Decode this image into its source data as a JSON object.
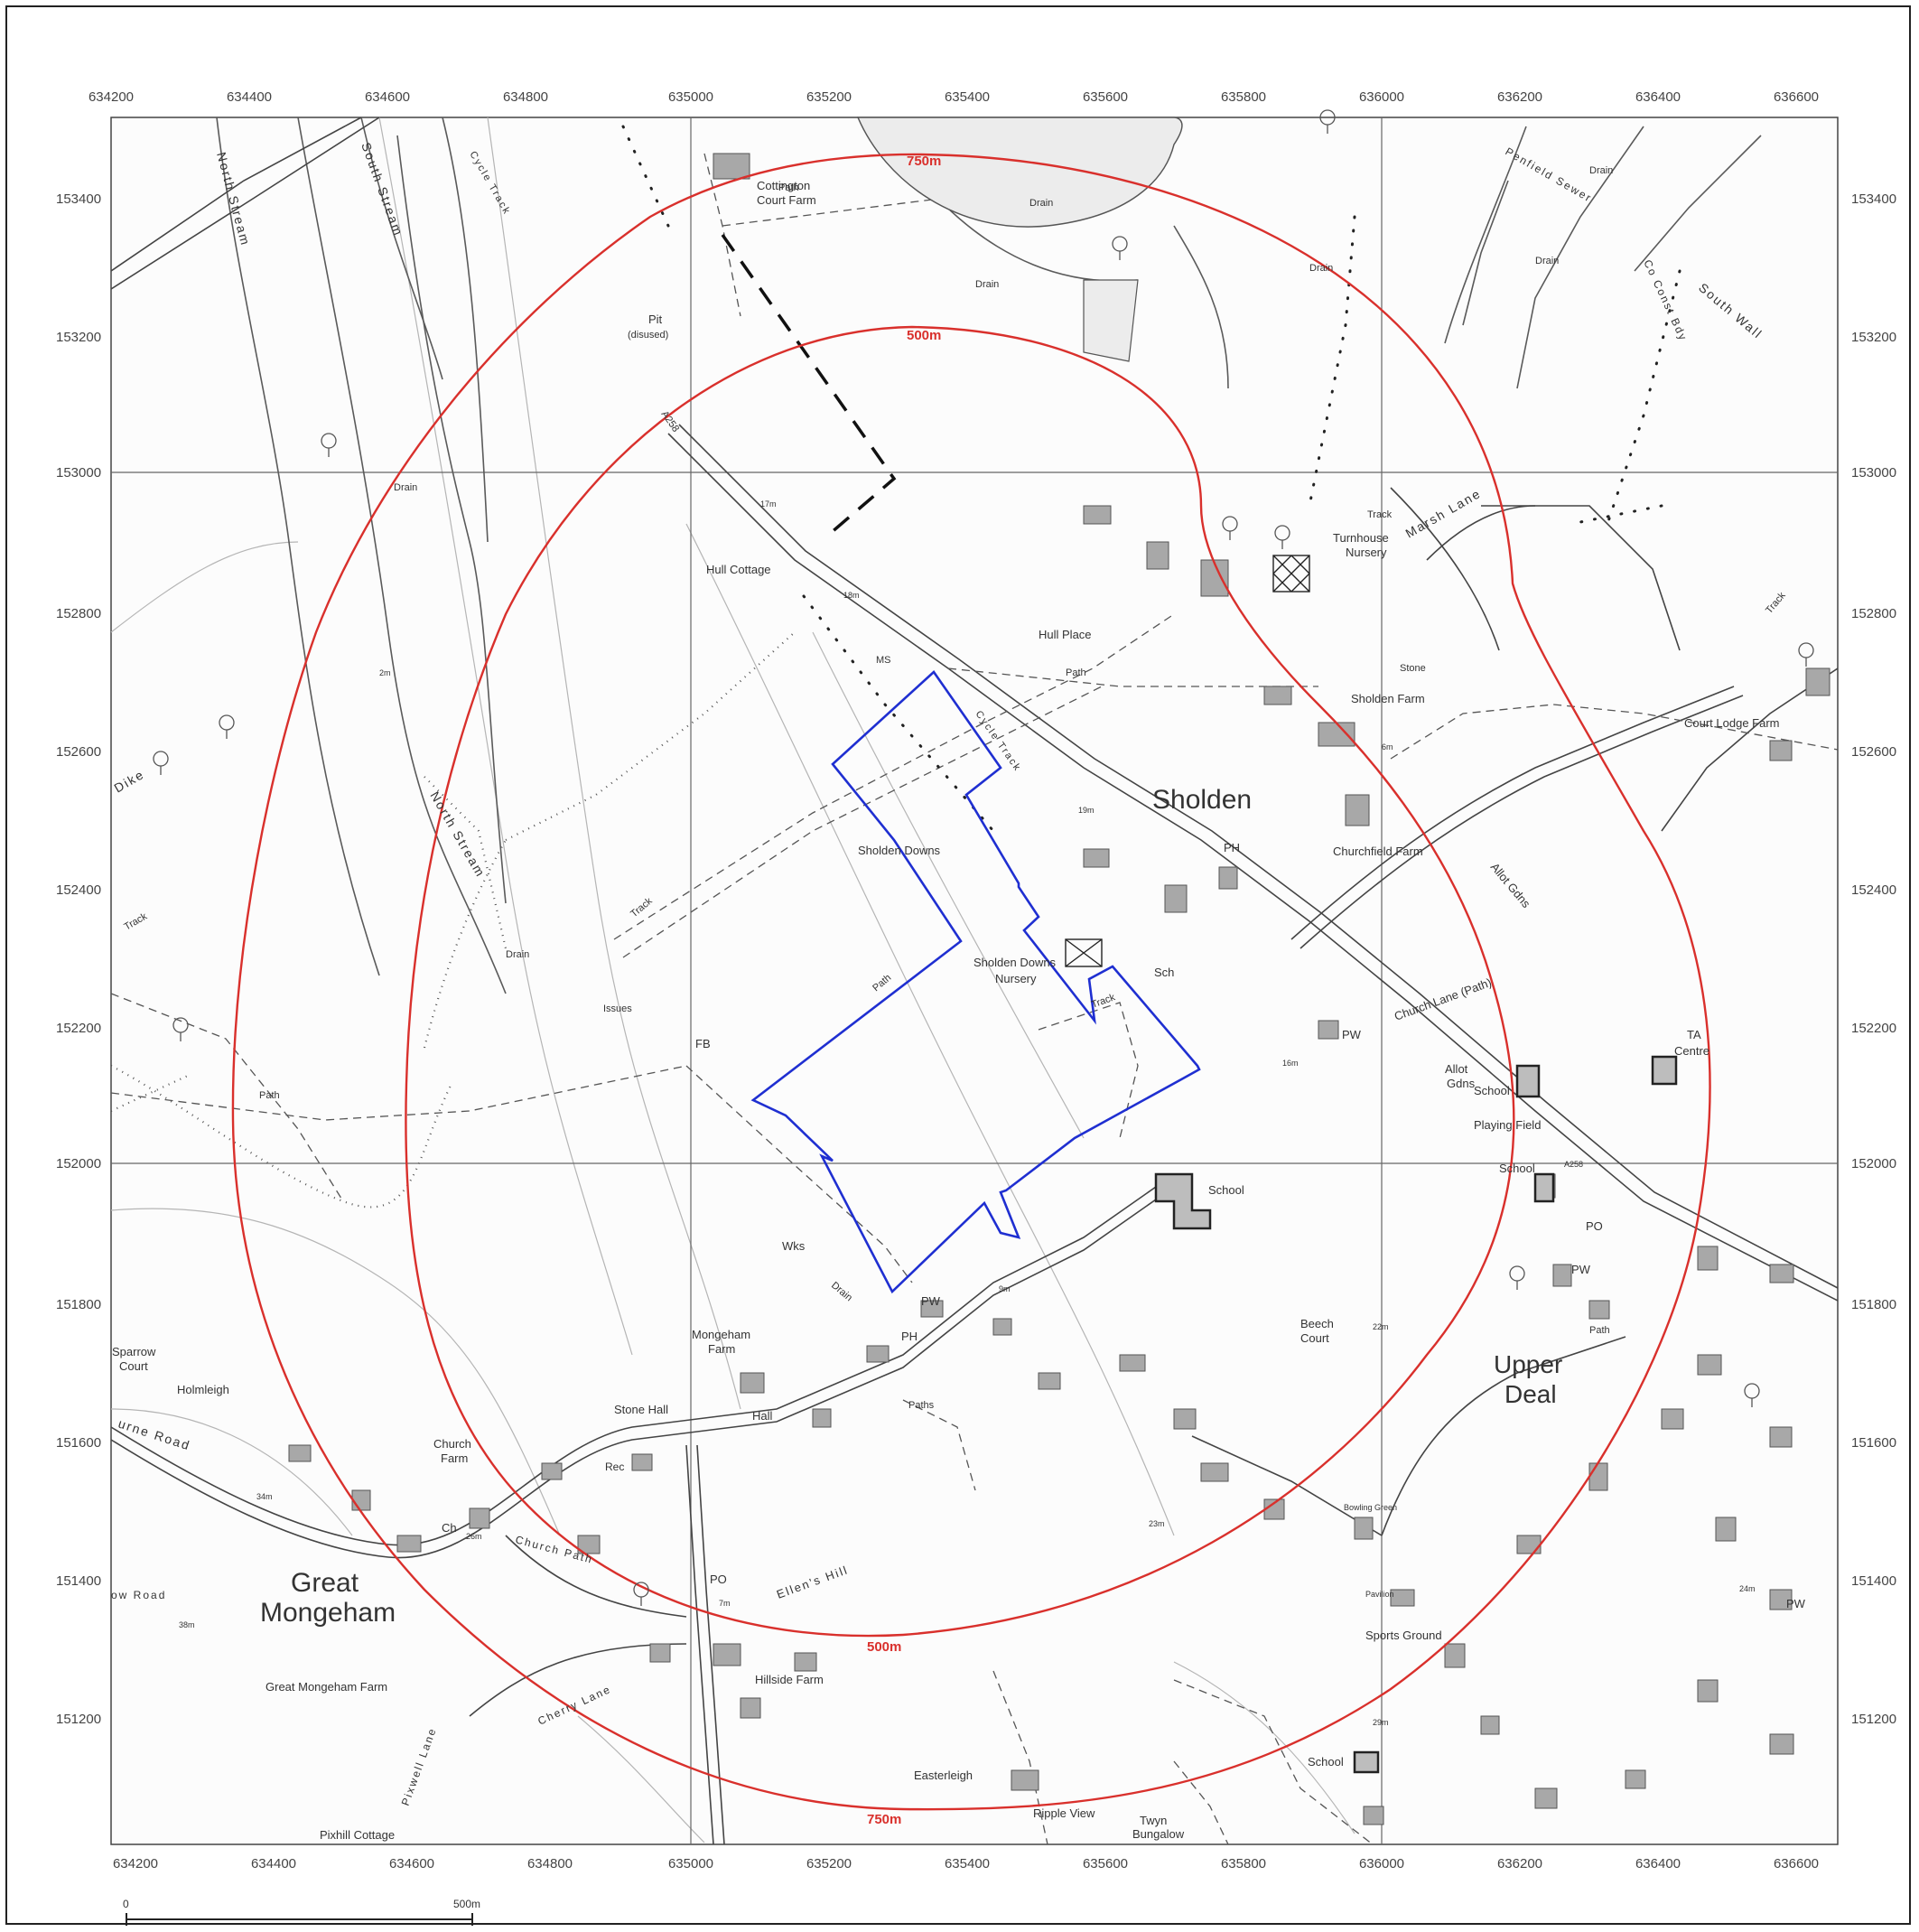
{
  "grid": {
    "eastings": [
      "634200",
      "634400",
      "634600",
      "634800",
      "635000",
      "635200",
      "635400",
      "635600",
      "635800",
      "636000",
      "636200",
      "636400",
      "636600"
    ],
    "northings": [
      "153400",
      "153200",
      "153000",
      "152800",
      "152600",
      "152400",
      "152200",
      "152000",
      "151800",
      "151600",
      "151400",
      "151200"
    ]
  },
  "colors": {
    "buffer": "#d9302c",
    "site": "#1f2fd1",
    "linework": "#5a5a5a",
    "building": "#9a9a9a"
  },
  "buffers": [
    {
      "label": "750m",
      "label2": "750m"
    },
    {
      "label": "500m",
      "label2": "500m"
    }
  ],
  "labels": {
    "sholden": "Sholden",
    "great_mongeham_1": "Great",
    "great_mongeham_2": "Mongeham",
    "upper_deal_1": "Upper",
    "upper_deal_2": "Deal",
    "sholden_downs": "Sholden Downs",
    "sholden_downs_nursery_1": "Sholden Downs",
    "sholden_downs_nursery_2": "Nursery",
    "cottington_1": "Cottington",
    "cottington_2": "Court Farm",
    "pit": "Pit",
    "pit_disused": "(disused)",
    "hull_cottage": "Hull Cottage",
    "hull_place": "Hull Place",
    "turnhouse_1": "Turnhouse",
    "turnhouse_2": "Nursery",
    "sholden_farm": "Sholden Farm",
    "stone": "Stone",
    "court_lodge_farm": "Court Lodge Farm",
    "churchfield_farm": "Churchfield Farm",
    "church_lane": "Church Lane (Path)",
    "allot_gdns_1": "Allot",
    "allot_gdns_2": "Gdns",
    "allot_gdns_rot": "Allot Gdns",
    "school_a": "School",
    "school_b": "School",
    "school_c": "School",
    "school_d": "School",
    "playing_field": "Playing Field",
    "ta_centre_1": "TA",
    "ta_centre_2": "Centre",
    "beech_court_1": "Beech",
    "beech_court_2": "Court",
    "sports_ground": "Sports Ground",
    "bowling_green": "Bowling Green",
    "pavilion": "Pavilion",
    "mongeham_farm_1": "Mongeham",
    "mongeham_farm_2": "Farm",
    "stone_hall": "Stone Hall",
    "hall": "Hall",
    "wks": "Wks",
    "fb": "FB",
    "issues": "Issues",
    "ms": "MS",
    "ph_a": "PH",
    "ph_b": "PH",
    "po_a": "PO",
    "po_b": "PO",
    "pw_a": "PW",
    "pw_b": "PW",
    "pw_c": "PW",
    "pw_d": "PW",
    "sch": "Sch",
    "ch": "Ch",
    "rec": "Rec",
    "church_farm_1": "Church",
    "church_farm_2": "Farm",
    "sparrow_court_1": "Sparrow",
    "sparrow_court_2": "Court",
    "holmleigh": "Holmleigh",
    "great_mongeham_farm": "Great Mongeham Farm",
    "hillside_farm": "Hillside Farm",
    "easterleigh": "Easterleigh",
    "ripple_view": "Ripple View",
    "twyn_1": "Twyn",
    "twyn_2": "Bungalow",
    "pixhill": "Pixhill Cottage",
    "north_stream_a": "North Stream",
    "north_stream_b": "North Stream",
    "south_stream": "South Stream",
    "cycle_track_a": "Cycle Track",
    "cycle_track_b": "Cycle Track",
    "marsh_lane": "Marsh Lane",
    "south_wall": "South Wall",
    "penfield_sewer": "Penfield Sewer",
    "co_const_bdy": "Co Const Bdy",
    "ellens_hill": "Ellen's Hill",
    "church_path": "Church Path",
    "cherry_lane": "Cherry Lane",
    "pixwell_lane": "Pixwell Lane",
    "bourne_road": "urne Road",
    "ow_road": "ow Road",
    "dike": "Dike",
    "drain_a": "Drain",
    "drain_b": "Drain",
    "drain_c": "Drain",
    "drain_d": "Drain",
    "drain_e": "Drain",
    "drain_f": "Drain",
    "drain_g": "Drain",
    "drain_h": "Drain",
    "path_a": "Path",
    "path_b": "Path",
    "path_c": "Path",
    "path_d": "Path",
    "path_e": "Path",
    "path_f": "Paths",
    "track_a": "Track",
    "track_b": "Track",
    "track_c": "Track",
    "track_d": "Track",
    "track_e": "Track",
    "a258_a": "A258",
    "a258_b": "A258",
    "sp_17m": "17m",
    "sp_18m": "18m",
    "sp_2m": "2m",
    "sp_6m": "6m",
    "sp_7m": "7m",
    "sp_9m": "9m",
    "sp_16m": "16m",
    "sp_19m": "19m",
    "sp_22m": "22m",
    "sp_23m": "23m",
    "sp_24m": "24m",
    "sp_26m": "26m",
    "sp_29m": "29m",
    "sp_34m": "34m",
    "sp_38m": "38m"
  },
  "scale": {
    "start": "0",
    "end": "500m"
  }
}
